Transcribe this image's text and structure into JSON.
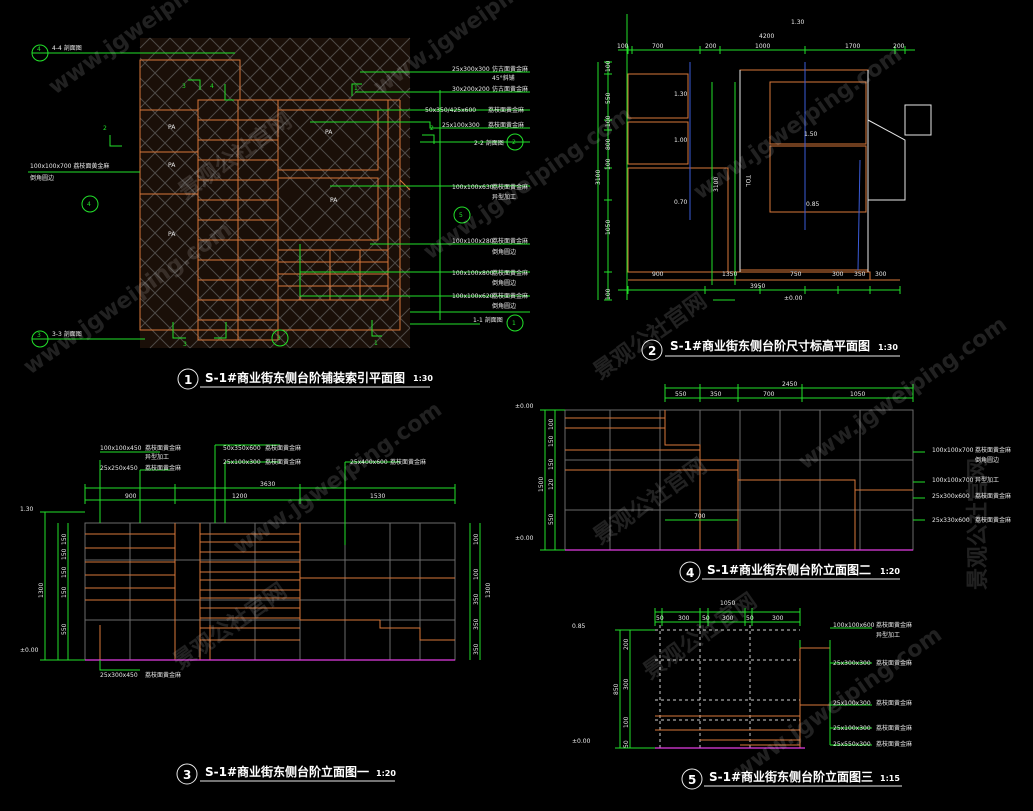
{
  "drawings": {
    "d1": {
      "title": "S-1#商业街东侧台阶铺装索引平面图",
      "scale": "1:30",
      "number": "1"
    },
    "d2": {
      "title": "S-1#商业街东侧台阶尺寸标高平面图",
      "scale": "1:30",
      "number": "2"
    },
    "d3": {
      "title": "S-1#商业街东侧台阶立面图一",
      "scale": "1:20",
      "number": "3"
    },
    "d4": {
      "title": "S-1#商业街东侧台阶立面图二",
      "scale": "1:20",
      "number": "4"
    },
    "d5": {
      "title": "S-1#商业街东侧台阶立面图三",
      "scale": "1:15",
      "number": "5"
    }
  },
  "plan1": {
    "section_44": "4-4 剖面图",
    "section_33": "3-3 剖面图",
    "section_22": "2-2 剖面图",
    "section_11": "1-1 剖面图",
    "left_note_1": "100x100x700  荔枝面黄金麻",
    "left_note_2": "倒角圆边",
    "pa": "PA",
    "callouts": [
      {
        "dim": "25x300x300",
        "mat": "仿古面黄金麻"
      },
      {
        "dim": "",
        "mat": "45°斜铺"
      },
      {
        "dim": "30x200x200",
        "mat": "仿古面黄金麻"
      },
      {
        "dim": "50x350/425x600",
        "mat": "荔枝面黄金麻"
      },
      {
        "dim": "25x100x300",
        "mat": "荔枝面黄金麻"
      },
      {
        "dim": "100x100x630",
        "mat": "荔枝面黄金麻"
      },
      {
        "dim": "",
        "mat": "异型加工"
      },
      {
        "dim": "100x100x280",
        "mat": "荔枝面黄金麻"
      },
      {
        "dim": "",
        "mat": "倒角圆边"
      },
      {
        "dim": "100x100x800",
        "mat": "荔枝面黄金麻"
      },
      {
        "dim": "",
        "mat": "倒角圆边"
      },
      {
        "dim": "100x100x620",
        "mat": "荔枝面黄金麻"
      },
      {
        "dim": "",
        "mat": "倒角圆边"
      }
    ],
    "marks": [
      "2",
      "3",
      "4",
      "1",
      "4",
      "5",
      "5",
      "3",
      "1",
      "2"
    ]
  },
  "plan2": {
    "top_dims": [
      "100",
      "700",
      "200",
      "1000",
      "1700",
      "200"
    ],
    "overall_top": "4200",
    "bottom_dims": [
      "900",
      "1350",
      "750",
      "300",
      "350",
      "300"
    ],
    "overall_bottom": "3950",
    "left_dims": [
      "100",
      "550",
      "100",
      "800",
      "100",
      "1050",
      "100"
    ],
    "overall_left": "3100",
    "inner_dim": "3100",
    "inner_label": "TOL",
    "elevations": [
      "1.30",
      "1.30",
      "1.00",
      "0.70",
      "1.50",
      "0.85",
      "±0.00"
    ]
  },
  "elev3": {
    "top_notes": [
      {
        "dim": "100x100x450",
        "mat": "荔枝面黄金麻"
      },
      {
        "dim": "",
        "mat": "异型加工"
      },
      {
        "dim": "25x250x450",
        "mat": "荔枝面黄金麻"
      },
      {
        "dim": "50x350x600",
        "mat": "荔枝面黄金麻"
      },
      {
        "dim": "25x100x300",
        "mat": "荔枝面黄金麻"
      },
      {
        "dim": "25x400x600",
        "mat": "荔枝面黄金麻"
      }
    ],
    "overall": "3630",
    "dims": [
      "900",
      "1200",
      "1530"
    ],
    "level_top": "1.30",
    "level_base": "±0.00",
    "left_heights": [
      "150",
      "150",
      "150",
      "150",
      "550",
      "1300"
    ],
    "right_heights": [
      "100",
      "100",
      "350",
      "350",
      "350",
      "1300"
    ],
    "bottom_note": {
      "dim": "25x300x450",
      "mat": "荔枝面黄金麻"
    }
  },
  "elev4": {
    "overall": "2450",
    "top_dims": [
      "550",
      "350",
      "700",
      "1050"
    ],
    "inner_dim": "700",
    "level_top": "±0.00",
    "level_base": "±0.00",
    "left_heights": [
      "100",
      "150",
      "150",
      "120",
      "550"
    ],
    "overall_height": "1500",
    "right_notes": [
      {
        "dim": "100x100x700",
        "mat": "荔枝面黄金麻"
      },
      {
        "dim": "",
        "mat": "倒角圆边"
      },
      {
        "dim": "100x100x700",
        "mat": "异型加工"
      },
      {
        "dim": "25x300x600",
        "mat": "荔枝面黄金麻"
      },
      {
        "dim": "25x330x600",
        "mat": "荔枝面黄金麻"
      }
    ]
  },
  "elev5": {
    "overall": "1050",
    "top_dims": [
      "50",
      "300",
      "50",
      "300",
      "50",
      "300"
    ],
    "level_top": "0.85",
    "level_base": "±0.00",
    "left_heights": [
      "200",
      "300",
      "100",
      "50"
    ],
    "overall_height": "850",
    "right_notes": [
      {
        "dim": "100x100x600",
        "mat": "荔枝面黄金麻"
      },
      {
        "dim": "",
        "mat": "异型加工"
      },
      {
        "dim": "25x300x300",
        "mat": "荔枝面黄金麻"
      },
      {
        "dim": "25x100x300",
        "mat": "荔枝面黄金麻"
      },
      {
        "dim": "25x100x300",
        "mat": "荔枝面黄金麻"
      },
      {
        "dim": "25x550x300",
        "mat": "荔枝面黄金麻"
      }
    ]
  },
  "watermarks": [
    "景观公社官网",
    "www.jgweiping.com"
  ],
  "colors": {
    "line": "#22e02a",
    "stone": "#d8773a",
    "text": "#e8e8e8",
    "level": "#e23ce2"
  }
}
